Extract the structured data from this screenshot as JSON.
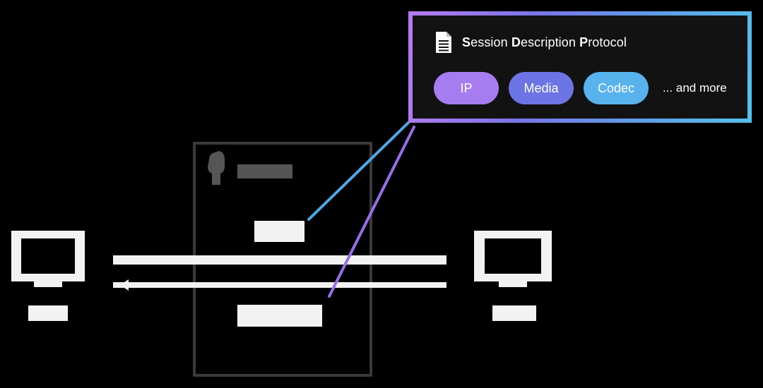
{
  "callout": {
    "title_parts": [
      {
        "bold": "S",
        "rest": "ession "
      },
      {
        "bold": "D",
        "rest": "escription "
      },
      {
        "bold": "P",
        "rest": "rotocol"
      }
    ],
    "icon": "document-icon",
    "pills": [
      {
        "label": "IP",
        "color": "#a67cf0"
      },
      {
        "label": "Media",
        "color": "#6d75e6"
      },
      {
        "label": "Codec",
        "color": "#58b2ec"
      }
    ],
    "more_label": "... and more"
  },
  "colors": {
    "background": "#000000",
    "block": "#f2f2f2",
    "server_border": "#3a3a3a",
    "server_label": "#5a5a5a",
    "connector_blue": "#4fa8e6",
    "connector_purple": "#9a6ce8"
  },
  "icons": {
    "left_client": "monitor-icon",
    "right_client": "monitor-icon",
    "server": "server-icon"
  }
}
